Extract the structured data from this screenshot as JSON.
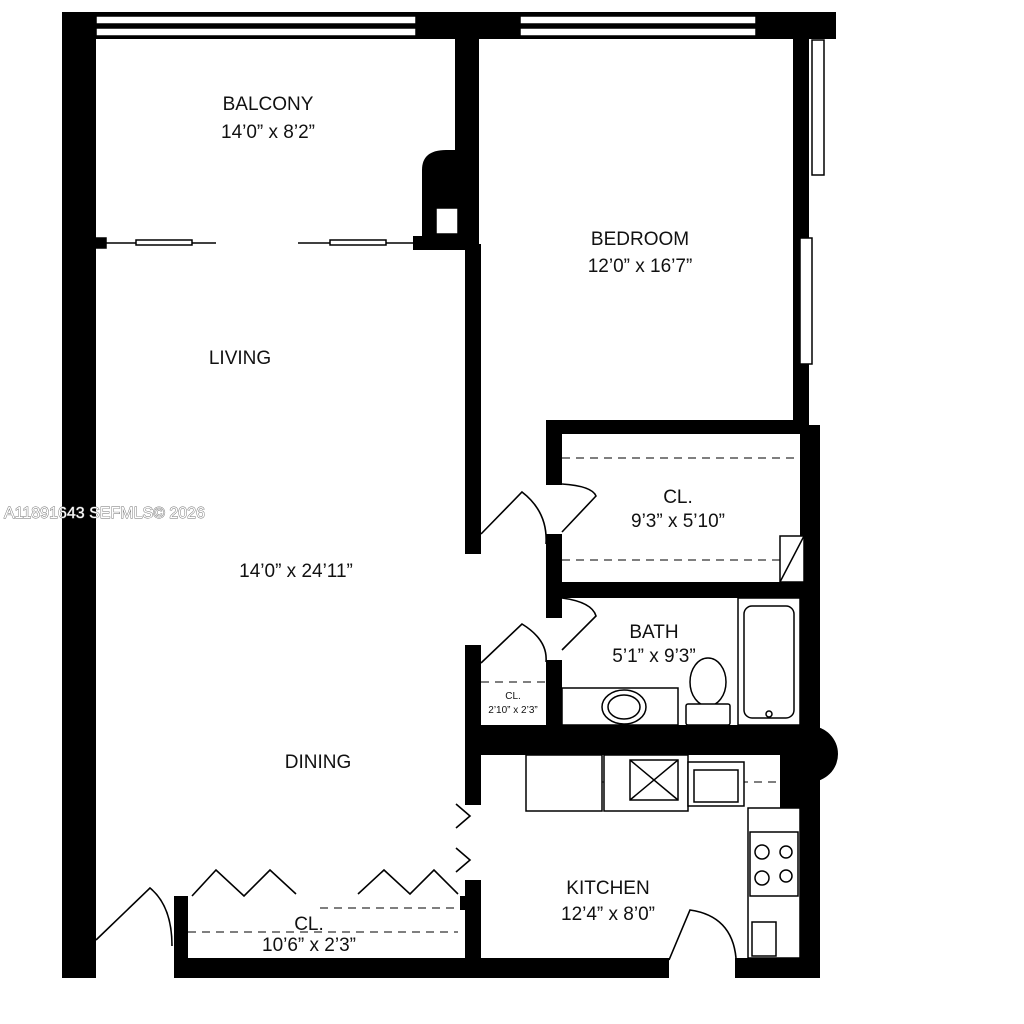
{
  "rooms": {
    "balcony": {
      "name": "BALCONY",
      "size": "14’0” x 8’2”"
    },
    "bedroom": {
      "name": "BEDROOM",
      "size": "12’0” x 16’7”"
    },
    "living": {
      "name": "LIVING"
    },
    "living_dining_size": "14’0” x 24’11”",
    "closet_bedroom": {
      "name": "CL.",
      "size": "9’3” x 5’10”"
    },
    "bath": {
      "name": "BATH",
      "size": "5’1” x 9’3”"
    },
    "closet_small": {
      "name": "CL.",
      "size": "2’10” x 2’3”"
    },
    "dining": {
      "name": "DINING"
    },
    "kitchen": {
      "name": "KITCHEN",
      "size": "12’4” x 8’0”"
    },
    "closet_dining": {
      "name": "CL.",
      "size": "10’6” x 2’3”"
    }
  },
  "watermark": "A11891643  SEFMLS© 2026",
  "colors": {
    "wall": "#000000",
    "line": "#222222",
    "background": "#ffffff"
  }
}
